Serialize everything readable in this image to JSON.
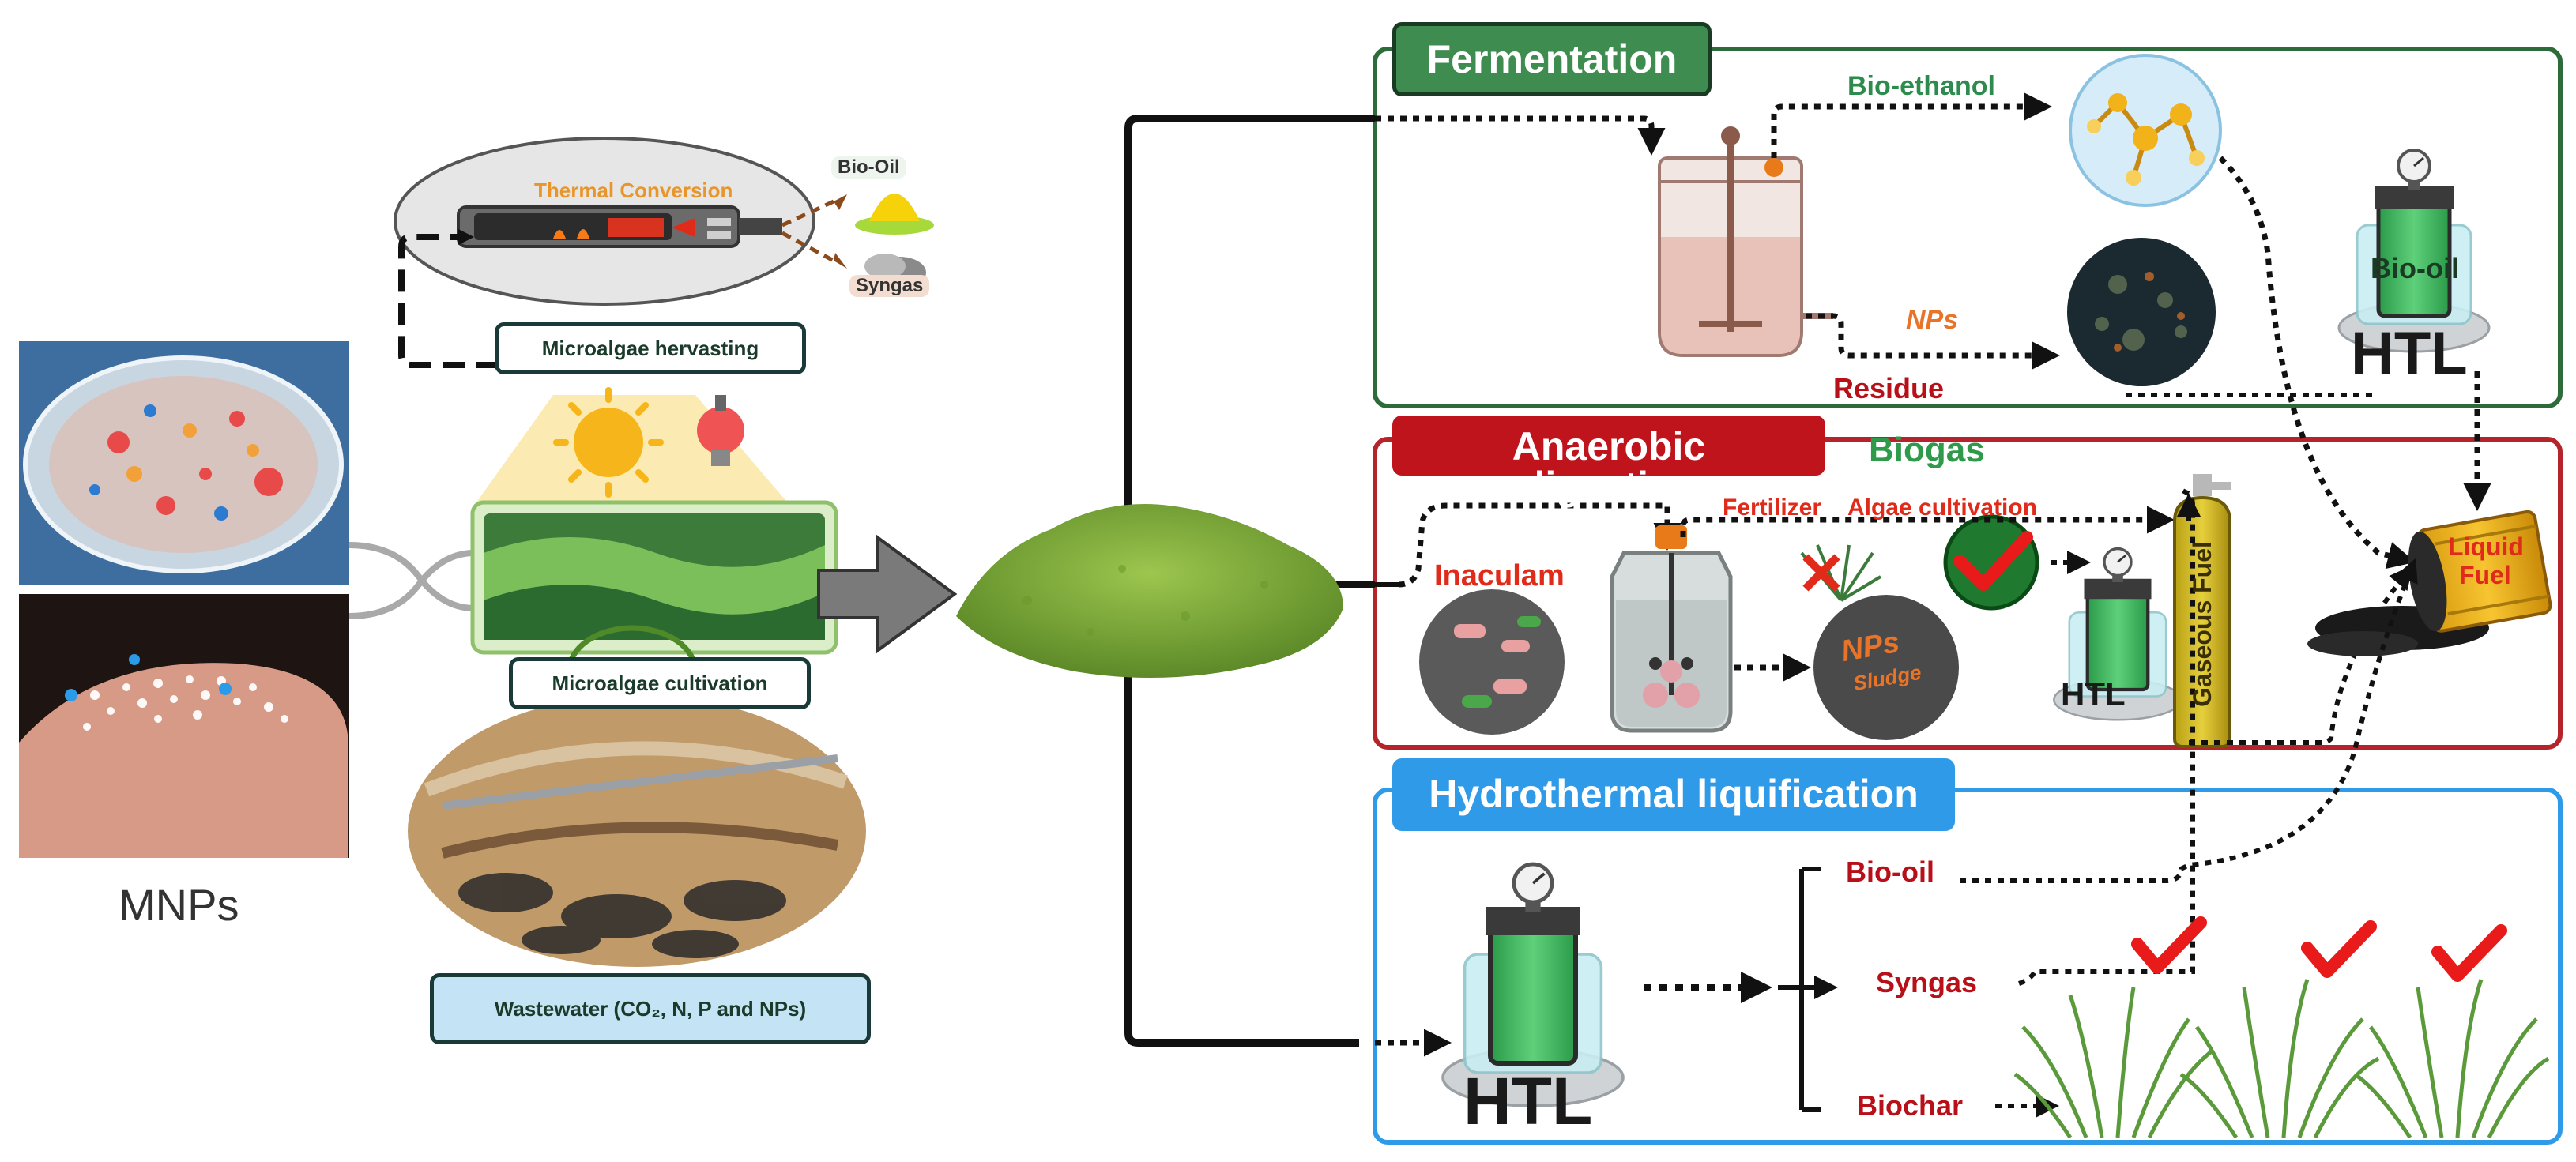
{
  "source": {
    "label": "MNPs"
  },
  "left_cycle": {
    "thermal_conversion": "Thermal Conversion",
    "bio_oil": "Bio-Oil",
    "syngas": "Syngas",
    "harvesting": "Microalgae hervasting",
    "cultivation": "Microalgae cultivation",
    "wastewater": "Wastewater (CO₂, N, P and NPs)"
  },
  "fermentation": {
    "title": "Fermentation",
    "bio_ethanol": "Bio-ethanol",
    "nps": "NPs",
    "residue": "Residue",
    "bio_oil": "Bio-oil",
    "htl": "HTL"
  },
  "anaerobic": {
    "title": "Anaerobic digestion",
    "biogas": "Biogas",
    "inoculum": "Inaculam",
    "fertilizer": "Fertilizer",
    "algae_cultivation": "Algae cultivation",
    "nps_sludge": "NPs",
    "sludge": "Sludge",
    "htl": "HTL",
    "gaseous_fuel": "Gaseous Fuel"
  },
  "output": {
    "liquid_fuel_line1": "Liquid",
    "liquid_fuel_line2": "Fuel"
  },
  "htl_section": {
    "title": "Hydrothermal liquification",
    "htl": "HTL",
    "bio_oil": "Bio-oil",
    "syngas": "Syngas",
    "biochar": "Biochar"
  },
  "colors": {
    "fermentation": "#2e8b4e",
    "anaerobic": "#c0141c",
    "htl": "#2f9be8",
    "label_red": "#b81018",
    "label_green": "#2e8b4e",
    "label_orange": "#e8742a",
    "algae": "#7aa83a"
  }
}
